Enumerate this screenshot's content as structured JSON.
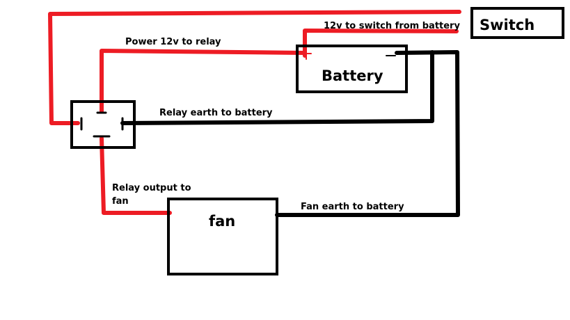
{
  "components": {
    "switch": "Switch",
    "battery": "Battery",
    "fan": "fan"
  },
  "wires": {
    "switch_feed": "12v to switch from battery",
    "relay_power": "Power 12v to relay",
    "relay_earth": "Relay earth to battery",
    "relay_output_line1": "Relay output to",
    "relay_output_line2": "fan",
    "fan_earth": "Fan earth to battery"
  },
  "colors": {
    "positive_wire": "#ed1c24",
    "earth_wire": "#000000",
    "box_outline": "#000000",
    "background": "#ffffff"
  }
}
